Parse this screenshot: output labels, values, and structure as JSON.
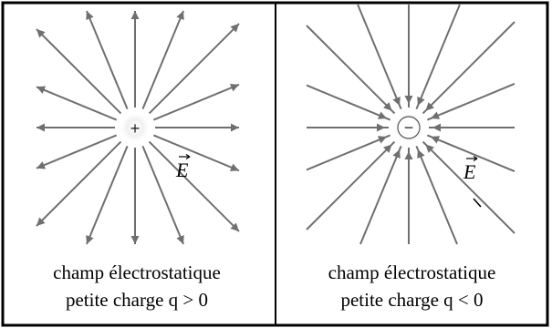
{
  "panels": [
    {
      "charge_sign": "+",
      "field_symbol": "E",
      "caption_line1": "champ électrostatique",
      "caption_line2": "petite charge q > 0",
      "field_direction": "outward"
    },
    {
      "charge_sign": "−",
      "field_symbol": "E",
      "caption_line1": "champ électrostatique",
      "caption_line2": "petite charge q < 0",
      "field_direction": "inward"
    }
  ],
  "colors": {
    "field_line": "#6f6f6f",
    "border": "#000000",
    "charge_glow": "#e6e6e6"
  }
}
